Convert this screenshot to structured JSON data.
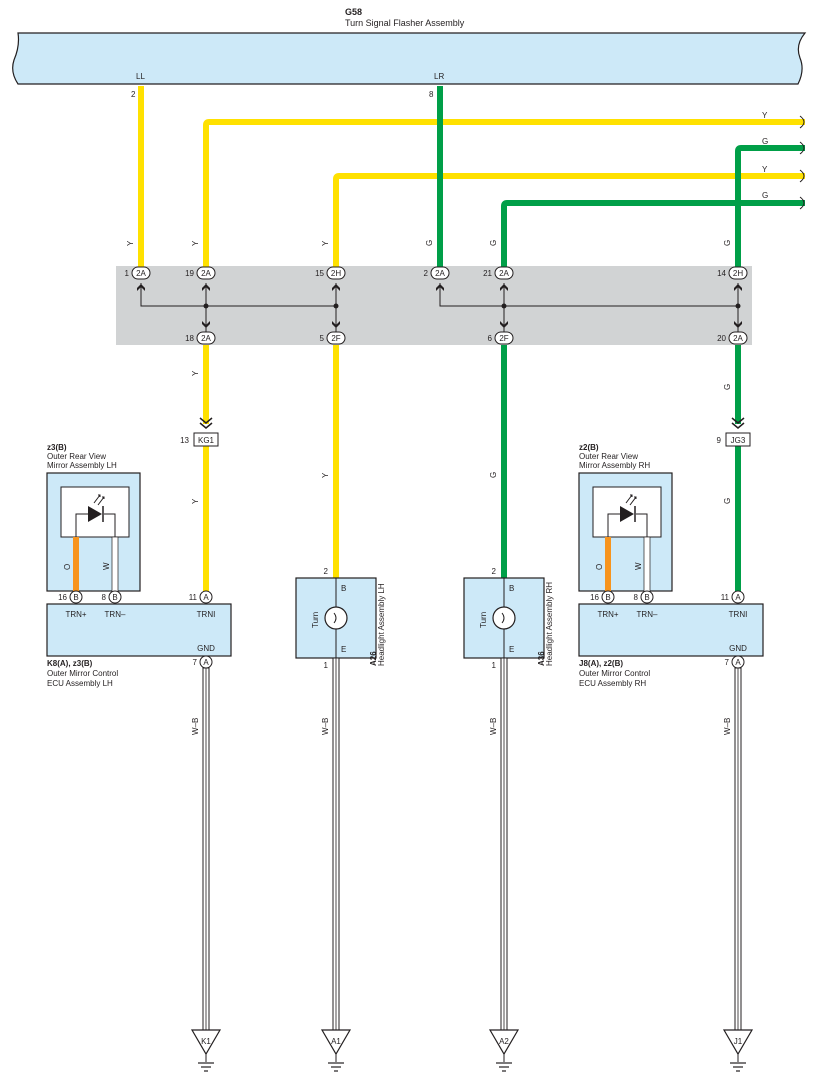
{
  "flasher": {
    "code": "G58",
    "name": "Turn Signal Flasher Assembly",
    "pin_ll": "LL",
    "pin_lr": "LR",
    "pin_ll_num": "2",
    "pin_lr_num": "8"
  },
  "wire_colors": {
    "Y": "#ffe100",
    "G": "#009f48",
    "O": "#f7941d",
    "W": "#ffffff",
    "WB": "#ffffff"
  },
  "colors": {
    "component_fill": "#cde9f8",
    "junction_fill": "#d1d3d4",
    "outline": "#231f20"
  },
  "wires": {
    "y": "Y",
    "g": "G",
    "o": "O",
    "w": "W",
    "wb": "W–B"
  },
  "junction": {
    "top": [
      {
        "pin": "1",
        "conn": "2A"
      },
      {
        "pin": "19",
        "conn": "2A"
      },
      {
        "pin": "15",
        "conn": "2H"
      },
      {
        "pin": "2",
        "conn": "2A"
      },
      {
        "pin": "21",
        "conn": "2A"
      },
      {
        "pin": "14",
        "conn": "2H"
      }
    ],
    "bottom": [
      {
        "pin": "18",
        "conn": "2A"
      },
      {
        "pin": "5",
        "conn": "2F"
      },
      {
        "pin": "6",
        "conn": "2F"
      },
      {
        "pin": "20",
        "conn": "2A"
      }
    ]
  },
  "inline_connectors": [
    {
      "pin": "13",
      "code": "KG1"
    },
    {
      "pin": "9",
      "code": "JG3"
    }
  ],
  "mirror_lh": {
    "code": "z3(B)",
    "line1": "Outer Rear View",
    "line2": "Mirror Assembly LH"
  },
  "mirror_rh": {
    "code": "z2(B)",
    "line1": "Outer Rear View",
    "line2": "Mirror Assembly RH"
  },
  "ecu_lh": {
    "code": "K8(A), z3(B)",
    "line1": "Outer Mirror Control",
    "line2": "ECU Assembly LH"
  },
  "ecu_rh": {
    "code": "J8(A), z2(B)",
    "line1": "Outer Mirror Control",
    "line2": "ECU Assembly RH"
  },
  "ecu_pins": {
    "trn_plus": "TRN+",
    "trn_minus": "TRN–",
    "trni": "TRNI",
    "gnd": "GND",
    "p16": "16",
    "p8": "8",
    "p11": "11",
    "p7": "7",
    "b": "B",
    "a": "A"
  },
  "headlight_lh": {
    "code": "A26",
    "name": "Headlight Assembly LH"
  },
  "headlight_rh": {
    "code": "A36",
    "name": "Headlight Assembly RH"
  },
  "headlight_pins": {
    "p2": "2",
    "p1": "1",
    "b": "B",
    "e": "E",
    "turn": "Turn"
  },
  "grounds": [
    "K1",
    "A1",
    "A2",
    "J1"
  ]
}
